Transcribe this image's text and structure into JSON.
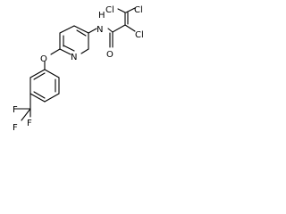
{
  "molecule": {
    "atoms": {
      "cl_top_left": "Cl",
      "cl_top_right": "Cl",
      "cl_right": "Cl",
      "nh": "H",
      "n_amide": "N",
      "n_pyridine": "N",
      "o_carbonyl": "O",
      "o_ether": "O",
      "f_top": "F",
      "f_left": "F",
      "f_bottom": "F"
    }
  }
}
